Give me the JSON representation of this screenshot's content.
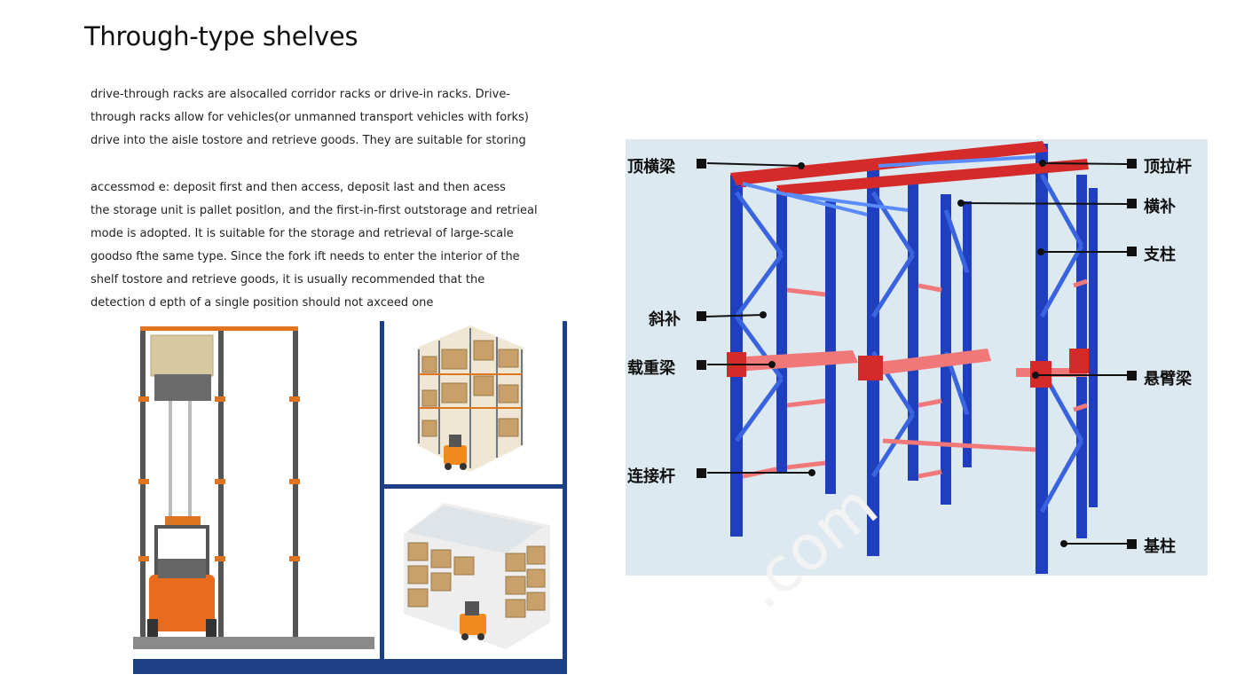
{
  "page": {
    "title": "Through-type shelves"
  },
  "intro": {
    "lines": [
      "drive-through  racks are alsocalled  corridor racks or drive-in racks. Drive-",
      "through  racks allow  for vehicles(or  unmanned  transport vehicles  with  forks)",
      "drive  into the aisle  tostore  and retrieve  goods.  They are  suitable  for storing"
    ]
  },
  "details": {
    "lines": [
      "accessmod e:  deposit  first and  then access,  deposit  last and  then acess",
      "the  storage  unit  is pallet  positlon,  and  the first-in-first  outstorage  and retrieal",
      "mode  is adopted.  It is  suitable  for the storage  and retrieval  of large-scale",
      "goodso  fthe same  type.  Since  the fork ift  needs  to enter  the interior  of the",
      "shelf tostore  and retrieve  goods,  it is  usually recommended  that the",
      "detection  d epth  of  a single  position  should  not axceed  one"
    ]
  },
  "diagram": {
    "labels_left": [
      "顶横梁",
      "斜补",
      "载重梁",
      "连接杆"
    ],
    "labels_right": [
      "顶拉杆",
      "横补",
      "支柱",
      "悬臂梁",
      "基柱"
    ],
    "colors": {
      "upright": "#1f3fbf",
      "beam": "#d42a2a",
      "brace": "#3a63e0",
      "background": "#dce9f1"
    }
  },
  "watermark": {
    "text": ".com"
  },
  "illustrations": {
    "left": "forklift-in-rack-aisle",
    "top_right": "drive-through-rack-isometric",
    "bottom_right": "drive-in-rack-isometric"
  }
}
